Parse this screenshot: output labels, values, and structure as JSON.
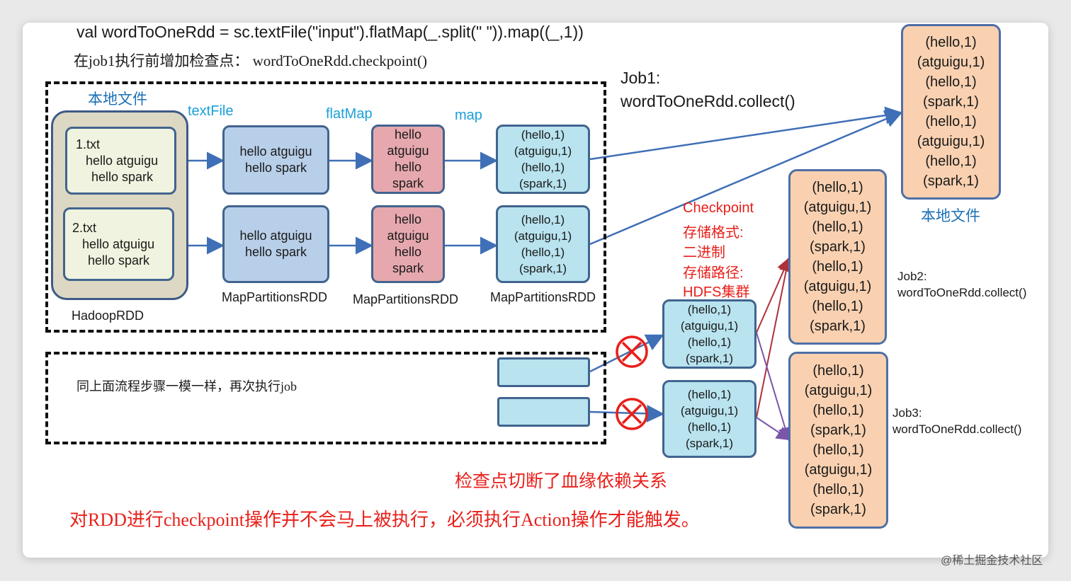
{
  "code_line": "val wordToOneRdd = sc.textFile(\"input\").flatMap(_.split(\" \")).map((_,1))",
  "checkpoint_note": "在job1执行前增加检查点：  wordToOneRdd.checkpoint()",
  "local_file_top": "本地文件",
  "stage_labels": {
    "textfile": "textFile",
    "flatmap": "flatMap",
    "map": "map"
  },
  "files": [
    {
      "name": "1.txt",
      "lines": [
        "hello atguigu",
        "hello spark"
      ]
    },
    {
      "name": "2.txt",
      "lines": [
        "hello atguigu",
        "hello spark"
      ]
    }
  ],
  "hadoop_label": "HadoopRDD",
  "textfile_boxes": [
    {
      "lines": [
        "hello atguigu",
        "hello spark"
      ]
    },
    {
      "lines": [
        "hello atguigu",
        "hello spark"
      ]
    }
  ],
  "flatmap_boxes": [
    {
      "lines": [
        "hello",
        "atguigu",
        "hello",
        "spark"
      ]
    },
    {
      "lines": [
        "hello",
        "atguigu",
        "hello",
        "spark"
      ]
    }
  ],
  "map_boxes": [
    {
      "lines": [
        "(hello,1)",
        "(atguigu,1)",
        "(hello,1)",
        "(spark,1)"
      ]
    },
    {
      "lines": [
        "(hello,1)",
        "(atguigu,1)",
        "(hello,1)",
        "(spark,1)"
      ]
    }
  ],
  "rdd_labels": [
    "MapPartitionsRDD",
    "MapPartitionsRDD",
    "MapPartitionsRDD"
  ],
  "job1": {
    "title": "Job1:",
    "call": "wordToOneRdd.collect()"
  },
  "result_local": {
    "lines": [
      "(hello,1)",
      "(atguigu,1)",
      "(hello,1)",
      "(spark,1)",
      "(hello,1)",
      "(atguigu,1)",
      "(hello,1)",
      "(spark,1)"
    ],
    "label": "本地文件"
  },
  "checkpoint_info": {
    "title": "Checkpoint",
    "format_label": "存储格式:",
    "format_value": "二进制",
    "path_label": "存储路径:",
    "path_value": "HDFS集群"
  },
  "checkpoint_boxes": [
    {
      "lines": [
        "(hello,1)",
        "(atguigu,1)",
        "(hello,1)",
        "(spark,1)"
      ]
    },
    {
      "lines": [
        "(hello,1)",
        "(atguigu,1)",
        "(hello,1)",
        "(spark,1)"
      ]
    }
  ],
  "job2": {
    "title": "Job2:",
    "call": "wordToOneRdd.collect()",
    "lines": [
      "(hello,1)",
      "(atguigu,1)",
      "(hello,1)",
      "(spark,1)",
      "(hello,1)",
      "(atguigu,1)",
      "(hello,1)",
      "(spark,1)"
    ]
  },
  "job3": {
    "title": "Job3:",
    "call": "wordToOneRdd.collect()",
    "lines": [
      "(hello,1)",
      "(atguigu,1)",
      "(hello,1)",
      "(spark,1)",
      "(hello,1)",
      "(atguigu,1)",
      "(hello,1)",
      "(spark,1)"
    ]
  },
  "repeat_note": "同上面流程步骤一模一样，再次执行job",
  "lineage_note": "检查点切断了血缘依赖关系",
  "action_note": "对RDD进行checkpoint操作并不会马上被执行，必须执行Action操作才能触发。",
  "watermark": "@稀土掘金技术社区",
  "colors": {
    "accent_red": "#e8201b",
    "label_cyan": "#1aa0d8",
    "arrow_blue": "#3f6fb6",
    "arrow_dark_red": "#b0303a",
    "arrow_purple": "#7a55a8"
  }
}
